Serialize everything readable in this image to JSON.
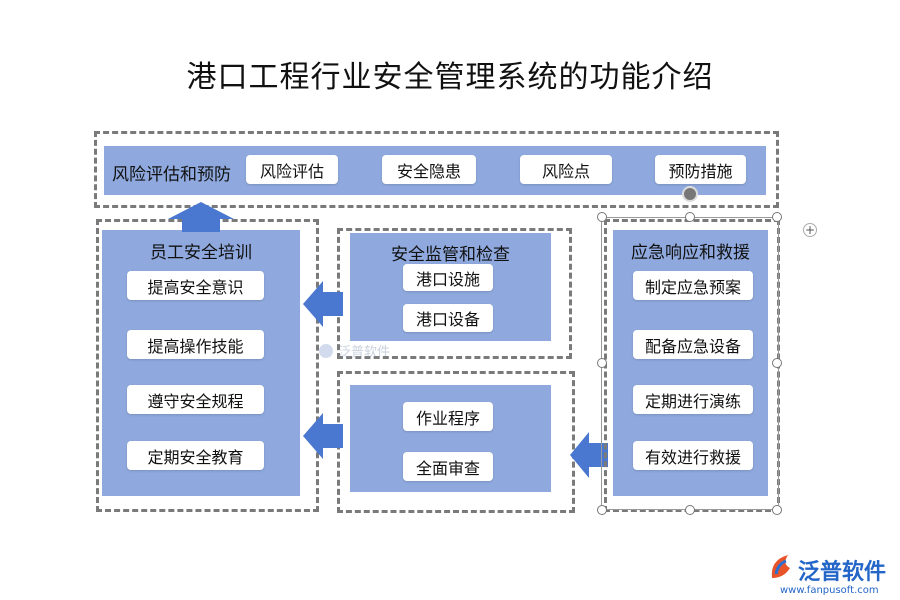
{
  "title": "港口工程行业安全管理系统的功能介绍",
  "top_section": {
    "label": "风险评估和预防",
    "items": [
      "风险评估",
      "安全隐患",
      "风险点",
      "预防措施"
    ]
  },
  "training": {
    "label": "员工安全培训",
    "items": [
      "提高安全意识",
      "提高操作技能",
      "遵守安全规程",
      "定期安全教育"
    ]
  },
  "monitoring": {
    "label": "安全监管和检查",
    "items": [
      "港口设施",
      "港口设备"
    ]
  },
  "procedure": {
    "items": [
      "作业程序",
      "全面审查"
    ]
  },
  "emergency": {
    "label": "应急响应和救援",
    "items": [
      "制定应急预案",
      "配备应急设备",
      "定期进行演练",
      "有效进行救援"
    ]
  },
  "watermark": {
    "center": "泛普软件",
    "logo": "泛普软件",
    "url": "www.fanpusoft.com"
  },
  "colors": {
    "panel": "#8fa9de",
    "arrow": "#4a78d0",
    "dash": "#7a7a7a"
  }
}
